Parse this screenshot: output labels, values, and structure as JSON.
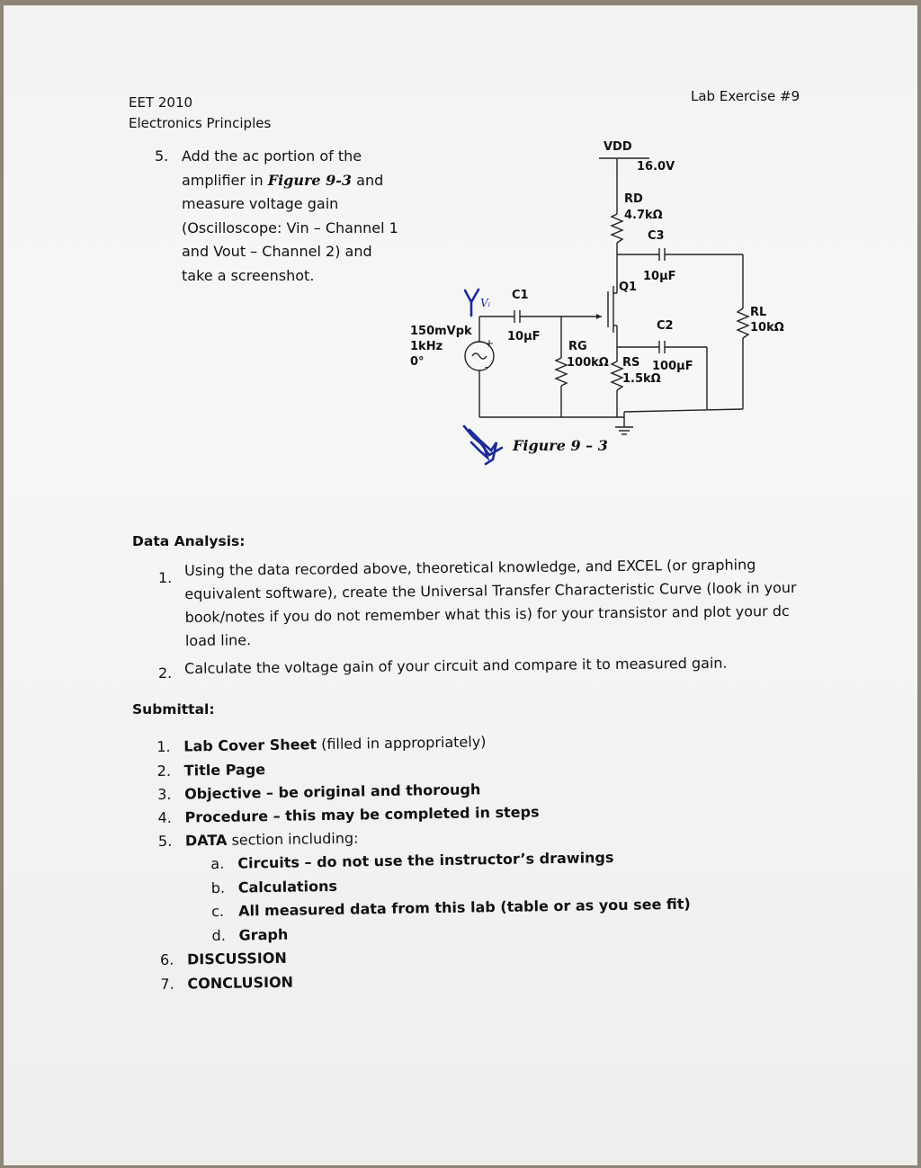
{
  "header": {
    "course": "EET 2010",
    "course_name": "Electronics Principles",
    "exercise": "Lab Exercise #9"
  },
  "step5": {
    "number": "5.",
    "line1": "Add the ac portion of the",
    "line2_pre": "amplifier in ",
    "line2_fig": "Figure 9-3",
    "line2_post": " and",
    "line3": "measure voltage gain",
    "line4": "(Oscilloscope: Vin – Channel 1",
    "line5": "and Vout – Channel 2) and",
    "line6": "take a screenshot."
  },
  "circuit": {
    "vdd_label": "VDD",
    "vdd_value": "16.0V",
    "rd_label": "RD",
    "rd_value": "4.7kΩ",
    "c3_label": "C3",
    "c3_value": "10µF",
    "q1_label": "Q1",
    "c1_label": "C1",
    "c1_value": "10µF",
    "source_amplitude": "150mVpk",
    "source_freq": "1kHz",
    "source_phase": "0°",
    "rg_label": "RG",
    "rg_value": "100kΩ",
    "rs_label": "RS",
    "rs_value": "1.5kΩ",
    "c2_label": "C2",
    "c2_value": "100µF",
    "rl_label": "RL",
    "rl_value": "10kΩ",
    "caption": "Figure 9 – 3"
  },
  "annotations": {
    "handwritten_vin": "Vᵢ"
  },
  "data_analysis": {
    "heading": "Data Analysis:",
    "items": [
      {
        "number": "1.",
        "lines": [
          "Using the data recorded above, theoretical knowledge, and EXCEL (or graphing",
          "equivalent software), create the Universal Transfer Characteristic Curve (look in your",
          "book/notes if you do not remember what this is) for your transistor and plot your dc",
          "load line."
        ]
      },
      {
        "number": "2.",
        "lines": [
          "Calculate the voltage gain of your circuit and compare it to measured gain."
        ]
      }
    ]
  },
  "submittal": {
    "heading": "Submittal:",
    "items": [
      {
        "number": "1.",
        "bold": "Lab Cover Sheet",
        "rest": " (filled in appropriately)"
      },
      {
        "number": "2.",
        "bold": "Title Page",
        "rest": ""
      },
      {
        "number": "3.",
        "bold": "Objective – be original and thorough",
        "rest": ""
      },
      {
        "number": "4.",
        "bold": "Procedure – this may be completed in steps",
        "rest": ""
      },
      {
        "number": "5.",
        "bold": "DATA",
        "rest": " section including:"
      },
      {
        "number": "6.",
        "bold": "DISCUSSION",
        "rest": ""
      },
      {
        "number": "7.",
        "bold": "CONCLUSION",
        "rest": ""
      }
    ],
    "subitems": [
      {
        "letter": "a.",
        "text": "Circuits – do not use the instructor’s drawings"
      },
      {
        "letter": "b.",
        "text": "Calculations"
      },
      {
        "letter": "c.",
        "text": "All measured data from this lab (table or as you see fit)"
      },
      {
        "letter": "d.",
        "text": "Graph"
      }
    ]
  }
}
